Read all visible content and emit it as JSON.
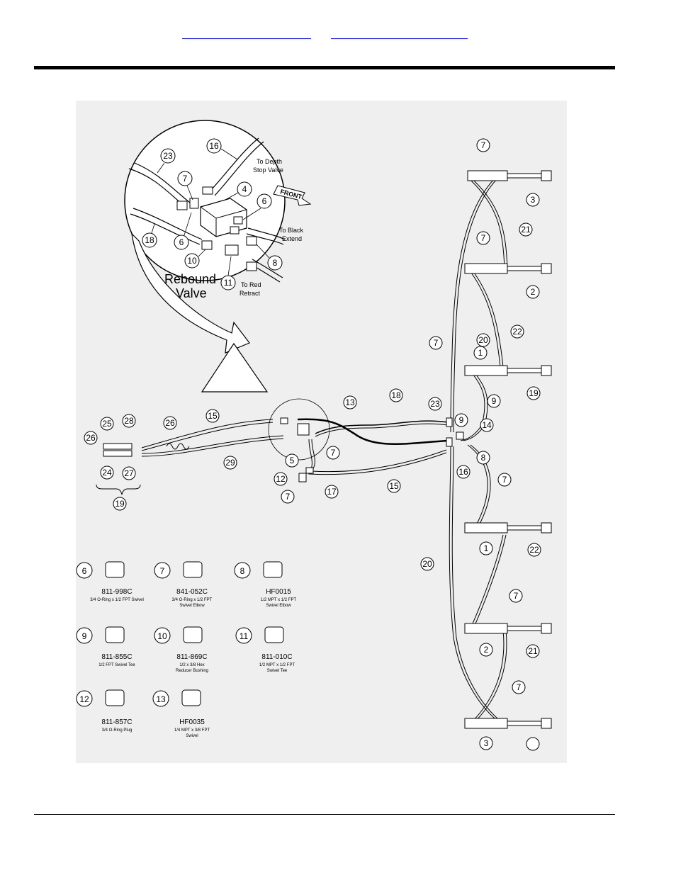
{
  "header": {
    "link_left": "",
    "link_right": ""
  },
  "detail": {
    "notes": {
      "depth_stop": [
        "To Depth",
        "Stop Valve"
      ],
      "front": "FRONT",
      "black_extend": [
        "To Black",
        "Extend"
      ],
      "red_retract": [
        "To Red",
        "Retract"
      ],
      "rebound_valve": [
        "Rebound",
        "Valve"
      ]
    },
    "callouts": [
      "23",
      "16",
      "7",
      "4",
      "6",
      "18",
      "6",
      "10",
      "8",
      "11"
    ]
  },
  "main_callouts": [
    "7",
    "3",
    "7",
    "21",
    "2",
    "20",
    "22",
    "7",
    "1",
    "19",
    "9",
    "23",
    "18",
    "13",
    "9",
    "14",
    "8",
    "16",
    "7",
    "5",
    "12",
    "7",
    "17",
    "15",
    "15",
    "29",
    "26",
    "25",
    "28",
    "26",
    "24",
    "27",
    "19",
    "7",
    "1",
    "22",
    "20",
    "7",
    "2",
    "21",
    "7",
    "3"
  ],
  "parts": [
    {
      "num": "6",
      "part_no": "811-998C",
      "desc": [
        "3/4 O-Ring x 1/2 FPT Swivel"
      ]
    },
    {
      "num": "7",
      "part_no": "841-052C",
      "desc": [
        "3/4 O-Ring x 1/2 FPT",
        "Swivel Elbow"
      ]
    },
    {
      "num": "8",
      "part_no": "HF0015",
      "desc": [
        "1/2 MPT x 1/2 FPT",
        "Swivel Elbow"
      ]
    },
    {
      "num": "9",
      "part_no": "811-855C",
      "desc": [
        "1/2 FPT Swivel Tee"
      ]
    },
    {
      "num": "10",
      "part_no": "811-869C",
      "desc": [
        "1/2  x 3/8 Hex",
        "Reducer Bushing"
      ]
    },
    {
      "num": "11",
      "part_no": "811-010C",
      "desc": [
        "1/2 MPT x 1/2 FPT",
        "Swivel Tee"
      ]
    },
    {
      "num": "12",
      "part_no": "811-857C",
      "desc": [
        "3/4 O-Ring Plug"
      ]
    },
    {
      "num": "13",
      "part_no": "HF0035",
      "desc": [
        "1/4 MPT x 3/8 FPT",
        "Swivel"
      ]
    }
  ]
}
